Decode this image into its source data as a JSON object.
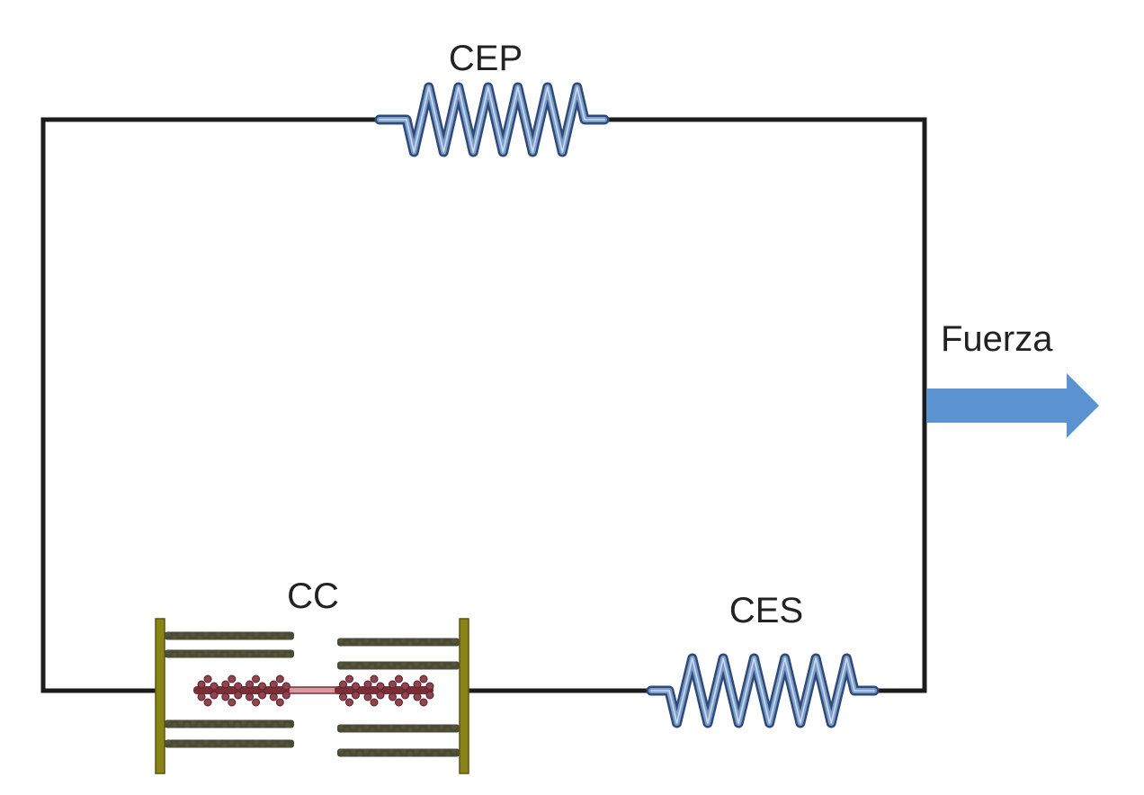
{
  "diagram": {
    "title": "Modelo mecánico de tres componentes del músculo (Hill)",
    "components": {
      "cep": {
        "label": "CEP",
        "type": "spring",
        "color": "#4a6fa5"
      },
      "ces": {
        "label": "CES",
        "type": "spring",
        "color": "#4a6fa5"
      },
      "cc": {
        "label": "CC",
        "type": "sarcomere",
        "z_disc_color": "#8a8418",
        "actin_color": "#3b3b26",
        "myosin_color": "#7a2e36"
      }
    },
    "force": {
      "label": "Fuerza",
      "direction": "right",
      "color": "#5b93d0"
    },
    "wire_color": "#1c1c1c"
  }
}
